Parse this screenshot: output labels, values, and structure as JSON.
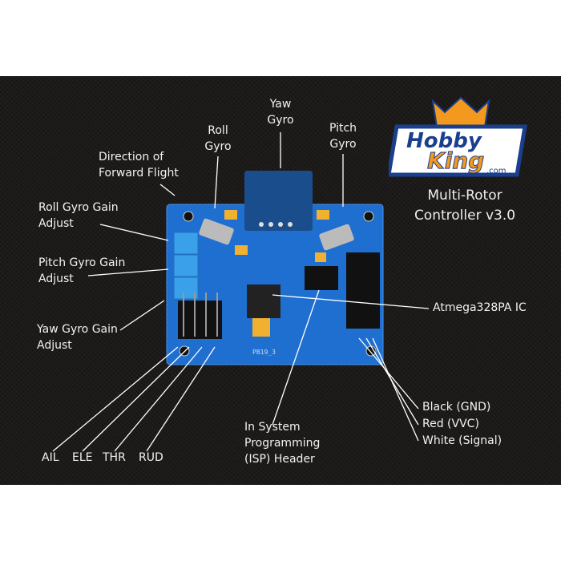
{
  "logo": {
    "line1": "Hobby",
    "line2": "King",
    "suffix": ".com"
  },
  "title": {
    "line1": "Multi-Rotor",
    "line2": "Controller v3.0"
  },
  "labels": {
    "yaw_gyro": [
      "Yaw",
      "Gyro"
    ],
    "roll_gyro": [
      "Roll",
      "Gyro"
    ],
    "pitch_gyro": [
      "Pitch",
      "Gyro"
    ],
    "direction": [
      "Direction of",
      "Forward Flight"
    ],
    "roll_gain": [
      "Roll Gyro Gain",
      "Adjust"
    ],
    "pitch_gain": [
      "Pitch Gyro Gain",
      "Adjust"
    ],
    "yaw_gain": [
      "Yaw Gyro Gain",
      "Adjust"
    ],
    "ic": "Atmega328PA IC",
    "black": "Black (GND)",
    "red": "Red (VVC)",
    "white": "White (Signal)",
    "isp": [
      "In System",
      "Programming",
      "(ISP) Header"
    ],
    "ail": "AIL",
    "ele": "ELE",
    "thr": "THR",
    "rud": "RUD"
  },
  "board": {
    "silkscreen": "PB19_3"
  },
  "colors": {
    "panel": "#1c1a19",
    "board": "#1f6fd0",
    "logo_orange": "#f39a1e",
    "logo_blue": "#1b3f8f"
  }
}
